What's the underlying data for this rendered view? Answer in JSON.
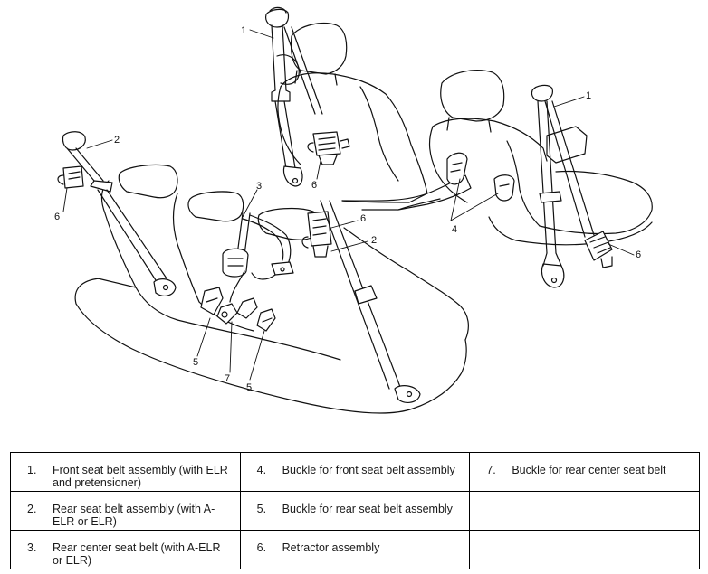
{
  "callouts": {
    "c1_front_left": "1",
    "c1_front_right": "1",
    "c2_rear_left": "2",
    "c2_rear_right": "2",
    "c3_center": "3",
    "c4_buckle_front": "4",
    "c5_left": "5",
    "c5_right": "5",
    "c6_front_left": "6",
    "c6_front_right": "6",
    "c6_rear_left": "6",
    "c6_rear_right": "6",
    "c7_center_buckle": "7"
  },
  "legend": {
    "rows": [
      [
        {
          "num": "1.",
          "text": "Front seat belt assembly (with ELR and pretensioner)"
        },
        {
          "num": "4.",
          "text": "Buckle for front seat belt assembly"
        },
        {
          "num": "7.",
          "text": "Buckle for rear center seat belt"
        }
      ],
      [
        {
          "num": "2.",
          "text": "Rear seat belt assembly (with A-ELR or ELR)"
        },
        {
          "num": "5.",
          "text": "Buckle for rear seat belt assembly"
        },
        {
          "num": "",
          "text": ""
        }
      ],
      [
        {
          "num": "3.",
          "text": "Rear center seat belt (with A-ELR or ELR)"
        },
        {
          "num": "6.",
          "text": "Retractor assembly"
        },
        {
          "num": "",
          "text": ""
        }
      ]
    ]
  }
}
